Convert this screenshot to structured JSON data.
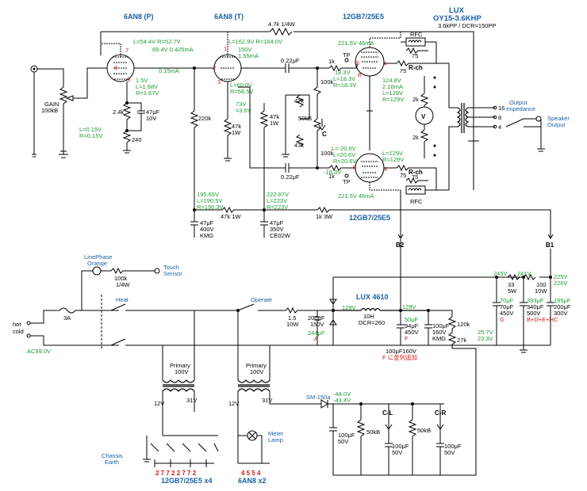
{
  "tubes": {
    "v1_title": "6AN8 (P)",
    "v2_title": "6AN8 (T)",
    "v3_title": "12GB7/25E5",
    "v4_title": "12GB7/25E5",
    "output_tx_title": "LUX",
    "output_tx_model": "OY15-3.6KHP",
    "output_tx_spec": "3.6kPP / DCR=150PP",
    "psu_choke": "LUX 4610"
  },
  "labels": {
    "gain": "GAIN",
    "gain_value": "100kB",
    "r_4k7": "4.7k 1/4W",
    "r_220k": "220k",
    "r_47k_1w": "47k",
    "r_1w": "1W",
    "r_2k4": "2.4k",
    "r_240": "240",
    "c_47u": "47μF",
    "c_10v": "10V",
    "c_022_a": "0.22μF",
    "c_022_b": "0.22μF",
    "r_1k_a": "1k",
    "r_1k_b": "1k",
    "r_100k_a": "100k",
    "r_100k_b": "100k",
    "r_47k_a": "47k",
    "r_47k_b": "47k",
    "r_50kb": "50kB",
    "r_47k_c": "47k",
    "r_1w_c": "1W",
    "c_label": "C",
    "tp_a": "TP",
    "tp_b": "TP",
    "rfc_a": "RFC",
    "rfc_b": "RFC",
    "r_75_a": "75",
    "r_75_b": "75",
    "r_75_c": "75",
    "r_75_d": "75",
    "rch_a": "R-ch",
    "rch_b": "R-ch",
    "r_2k_a": "2k",
    "r_2k_b": "2k",
    "meter": "V",
    "out_imp": "Output",
    "out_imp2": "Impedance",
    "tap_16": "16",
    "tap_8": "8",
    "tap_4": "4",
    "spk": "Speaker",
    "spk2": "Output",
    "r_47k_1w_b": "47k 1W",
    "r_1k_3w": "1k 3W",
    "c_47u_400": "47μF",
    "c_400v": "400V",
    "c_kmg": "KMG",
    "c_47u_350": "47μF",
    "c_350v": "350V",
    "c_ce02w": "CE02W",
    "b2": "B2",
    "b1": "B1",
    "linephase": "LinePhase",
    "orange": "Orange",
    "r_100k_14": "100k",
    "r_14w": "1/4W",
    "touch": "Touch",
    "sensor": "Sensor",
    "heat": "Heat",
    "operate": "Operate",
    "hot": "hot",
    "cold": "cold",
    "fuse": "3A",
    "ac": "AC99.0V",
    "r_15": "1.5",
    "r_10w": "10W",
    "c_200u": "200μF",
    "c_150v": "150V",
    "c_244u": "244μF",
    "c_a": "A",
    "choke_10h": "10H",
    "choke_dcr": "DCR=260",
    "c_50u": "50μF",
    "c_94u": "94μF",
    "c_450v": "450V",
    "c_f": "F",
    "c_100u_160": "100μF",
    "c_160v": "160V",
    "c_kmg2": "KMG",
    "r_120k": "120k",
    "r_27k": "27k",
    "c_100u160_note": "100μF160V",
    "c_note_jp": "F に並列追加",
    "r_33": "33",
    "r_5w": "5W",
    "r_100_10w": "100",
    "r_10w_b": "10W",
    "c_70u": "70μF",
    "c_70u_b": "70μF",
    "c_450v_b": "450V",
    "c_g": "G",
    "c_393u": "393μF",
    "c_340u": "340μF",
    "c_500v": "500V",
    "c_bdeh": "B+D+E+H",
    "c_195u": "195μF",
    "c_200u_b": "200μF",
    "c_300v": "300V",
    "c_c": "C",
    "primary_a": "Primary",
    "primary_a_v": "100V",
    "primary_b": "Primary",
    "primary_b_v": "100V",
    "sec_12v_a": "12V",
    "sec_31v_a": "31V",
    "sec_12v_b": "12V",
    "sec_31v_b": "31V",
    "chassis": "Chassis",
    "earth": "Earth",
    "pins_a": "2 7   7 2   2 7   7 2",
    "tube_group_a": "12GB7/25E5 x4",
    "pins_b": "4 5   5 4",
    "tube_group_b": "6AN8 x2",
    "meter_lamp": "Meter",
    "meter_lamp2": "Lamp",
    "diode": "SM-150a",
    "c_100u_50_a": "100μF",
    "c_50v_a": "50V",
    "r_50kb_b": "50kB",
    "c_100u_50_b": "100μF",
    "c_50v_b": "50V",
    "r_50kb_c": "50kB",
    "c_100u_50_c": "100μF",
    "c_50v_c": "50V",
    "cl": "C-L",
    "cr": "C-R"
  },
  "measurements": {
    "v1_plate": "L=54.4V R=52.7V",
    "v1_pc": "69.4V 0.425mA",
    "v1_i": "0.15mA",
    "v1_k1": "1.5V",
    "v1_k2": "L=1.68V",
    "v1_k3": "R=1.67V",
    "v1_g1": "L=0.15V",
    "v1_g2": "R=0.15V",
    "v2_plate": "L=162.9V R=164.0V",
    "v2_s1": "150V",
    "v2_s2": "1.55mA",
    "v2_k1": "L=60.0V",
    "v2_k2": "R=58.5V",
    "v2_g1": "73V",
    "v2_g2": "=3.6V",
    "v3_top1": "221.5V 46mA",
    "v3_g1": "18.3V",
    "v3_g2": "L=18.3V",
    "v3_g3": "R=18.3V",
    "v3_k1": "124.8V",
    "v3_k2": "2.16mA",
    "v3_k3": "L=129V",
    "v3_k4": "R=129V",
    "v4_g1": "L=-20.6V",
    "v4_g2": "L=20.6V",
    "v4_g3": "R=20.6V",
    "v4_g4": "-18.3V",
    "v4_k1": "L=129V",
    "v4_k2": "R=129V",
    "v4_bot": "221.5V 46mA",
    "b_l1": "195.65V",
    "b_l2": "L=190.5V",
    "b_l3": "R=190.3V",
    "b_m1": "222.87V",
    "b_m2": "L=223V",
    "b_m3": "R=223V",
    "psu_129": "129V",
    "psu_128": "128V",
    "psu_245": "245V",
    "psu_241": "241V",
    "psu_225": "225V",
    "psu_226": "226V",
    "psu_257": "25.7V",
    "psu_233": "23.3V",
    "bias_1": "-44.0V",
    "bias_2": "-43.4V"
  },
  "pin_numbers": {
    "v1_8": "8",
    "v1_7": "7",
    "v1_9": "9",
    "v2_2": "2",
    "v2_1": "1",
    "v2_3": "3",
    "v3_5": "5",
    "v3_8": "8",
    "v3_4": "4",
    "v4_5": "5",
    "v4_4": "4"
  }
}
